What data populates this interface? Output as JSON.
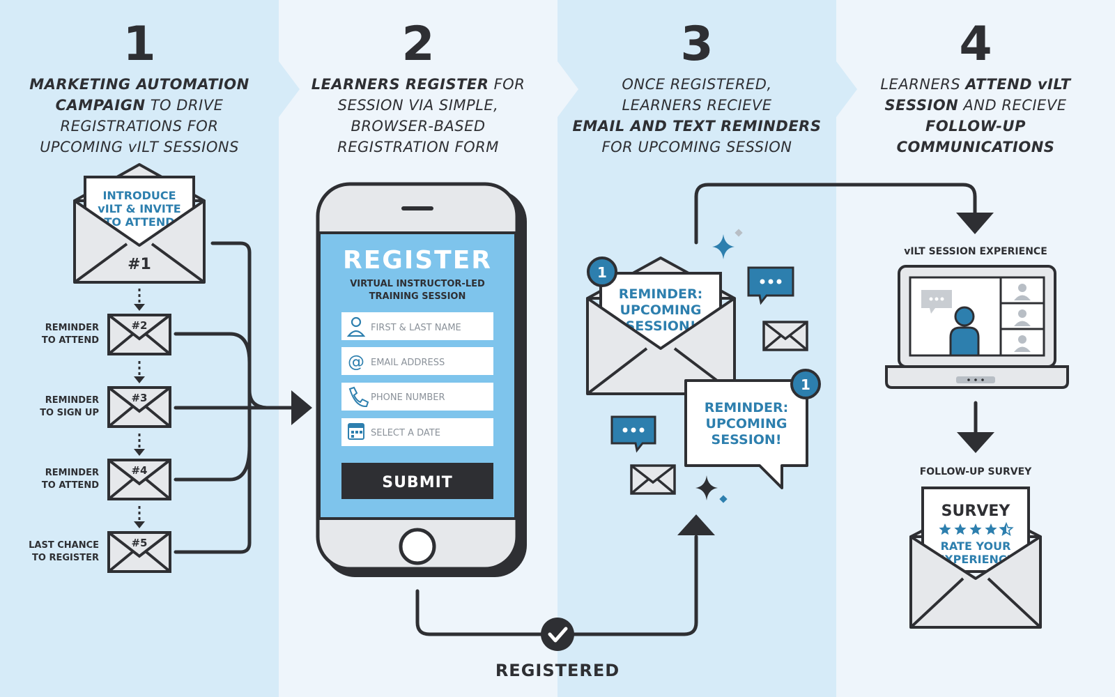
{
  "steps": [
    {
      "number": "1",
      "lines": [
        [
          {
            "t": "MARKETING AUTOMATION",
            "b": true
          }
        ],
        [
          {
            "t": "CAMPAIGN",
            "b": true
          },
          {
            "t": " TO DRIVE",
            "b": false
          }
        ],
        [
          {
            "t": "REGISTRATIONS FOR",
            "b": false
          }
        ],
        [
          {
            "t": "UPCOMING vILT SESSIONS",
            "b": false
          }
        ]
      ]
    },
    {
      "number": "2",
      "lines": [
        [
          {
            "t": "LEARNERS REGISTER",
            "b": true
          },
          {
            "t": " FOR",
            "b": false
          }
        ],
        [
          {
            "t": "SESSION VIA SIMPLE,",
            "b": false
          }
        ],
        [
          {
            "t": "BROWSER-BASED",
            "b": false
          }
        ],
        [
          {
            "t": "REGISTRATION FORM",
            "b": false
          }
        ]
      ]
    },
    {
      "number": "3",
      "lines": [
        [
          {
            "t": "ONCE REGISTERED,",
            "b": false
          }
        ],
        [
          {
            "t": "LEARNERS RECIEVE",
            "b": false
          }
        ],
        [
          {
            "t": "EMAIL AND TEXT REMINDERS",
            "b": true
          }
        ],
        [
          {
            "t": "FOR UPCOMING SESSION",
            "b": false
          }
        ]
      ]
    },
    {
      "number": "4",
      "lines": [
        [
          {
            "t": "LEARNERS ",
            "b": false
          },
          {
            "t": "ATTEND vILT",
            "b": true
          }
        ],
        [
          {
            "t": "SESSION",
            "b": true
          },
          {
            "t": " AND RECIEVE",
            "b": false
          }
        ],
        [
          {
            "t": "FOLLOW-UP",
            "b": true
          }
        ],
        [
          {
            "t": "COMMUNICATIONS",
            "b": true
          }
        ]
      ]
    }
  ],
  "campaign": {
    "invite_lines": [
      "INTRODUCE",
      "vILT & INVITE",
      "TO ATTEND"
    ],
    "invite_badge": "#1",
    "reminders": [
      {
        "badge": "#2",
        "label": [
          "REMINDER",
          "TO ATTEND"
        ]
      },
      {
        "badge": "#3",
        "label": [
          "REMINDER",
          "TO SIGN UP"
        ]
      },
      {
        "badge": "#4",
        "label": [
          "REMINDER",
          "TO ATTEND"
        ]
      },
      {
        "badge": "#5",
        "label": [
          "LAST CHANCE",
          "TO REGISTER"
        ]
      }
    ]
  },
  "form": {
    "title": "REGISTER",
    "subtitle": [
      "VIRTUAL INSTRUCTOR-LED",
      "TRAINING SESSION"
    ],
    "fields": [
      {
        "placeholder": "FIRST & LAST NAME",
        "icon": "user-icon"
      },
      {
        "placeholder": "EMAIL ADDRESS",
        "icon": "at-icon"
      },
      {
        "placeholder": "PHONE NUMBER",
        "icon": "phone-icon"
      },
      {
        "placeholder": "SELECT A DATE",
        "icon": "calendar-icon"
      }
    ],
    "submit": "SUBMIT"
  },
  "registered_label": "REGISTERED",
  "reminders": {
    "email_text": [
      "REMINDER:",
      "UPCOMING",
      "SESSION!"
    ],
    "email_count": "1",
    "text_text": [
      "REMINDER:",
      "UPCOMING",
      "SESSION!"
    ],
    "text_count": "1"
  },
  "attend": {
    "session_label": "vILT SESSION EXPERIENCE",
    "survey_label": "FOLLOW-UP SURVEY",
    "survey_title": "SURVEY",
    "survey_sub": [
      "RATE YOUR",
      "EXPERIENCE"
    ],
    "rating_stars": 4.5
  },
  "colors": {
    "dark": "#2e2f33",
    "blue": "#2d7fae",
    "screen": "#7ec4ec",
    "band_light": "#d8ecf8",
    "band_white": "#eef5fb",
    "paper": "#ffffff",
    "envelope": "#e6e8eb"
  }
}
